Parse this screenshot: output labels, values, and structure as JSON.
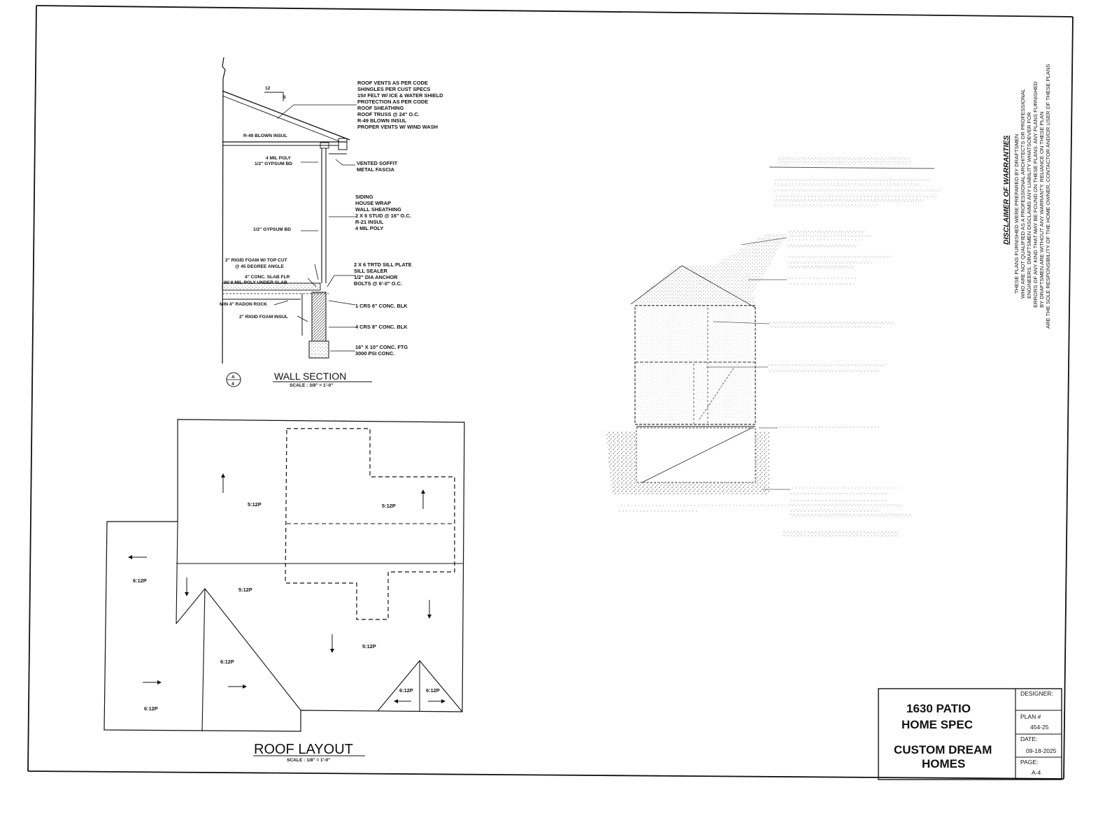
{
  "wall_section": {
    "pitch_run": "12",
    "pitch_rise": "5",
    "roof_notes": [
      "ROOF VENTS AS PER CODE",
      "SHINGLES PER CUST SPECS",
      "15# FELT W/ ICE & WATER SHIELD",
      "PROTECTION AS PER CODE",
      "ROOF SHEATHING",
      "ROOF TRUSS @ 24\" O.C.",
      "R-49 BLOWN INSUL",
      "PROPER VENTS W/ WIND WASH"
    ],
    "ceiling_insul": "R-49 BLOWN INSUL",
    "poly": "4 MIL POLY",
    "gypsum_top": "1/2\" GYPSUM BD",
    "soffit": [
      "VENTED SOFFIT",
      "METAL FASCIA"
    ],
    "wall_notes": [
      "SIDING",
      "HOUSE WRAP",
      "WALL SHEATHING",
      "2 X 6 STUD @ 16\" O.C.",
      "R-21 INSUL",
      "4 MIL POLY"
    ],
    "gypsum_mid": "1/2\" GYPSUM BD",
    "rigid_foam_top": [
      "2\" RIGID FOAM W/ TOP CUT",
      "@ 45 DEGREE ANGLE"
    ],
    "slab": [
      "4\" CONC. SLAB FLR",
      "W/ 6 MIL POLY UNDER SLAB"
    ],
    "sill_notes": [
      "2 X 6 TRTD SILL PLATE",
      "SILL SEALER",
      "1/2\" DIA ANCHOR",
      "BOLTS @ 6'-0\" O.C."
    ],
    "radon": "MIN 4\" RADON ROCK",
    "crs1": "1 CRS 6\" CONC. BLK",
    "rigid_foam_insul": "2\" RIGID FOAM INSUL",
    "crs4": "4 CRS 8\" CONC. BLK",
    "footing": [
      "16\" X 10\" CONC. FTG",
      "3000 PSI CONC."
    ],
    "callout_top": "A",
    "callout_bottom": "4",
    "title": "WALL SECTION",
    "scale": "SCALE : 3/8\" = 1'-0\""
  },
  "roof_layout": {
    "title": "ROOF LAYOUT",
    "scale": "SCALE : 1/8\" = 1'-0\"",
    "pitches": [
      "5:12P",
      "5:12P",
      "6:12P",
      "5:12P",
      "5:12P",
      "6:12P",
      "6:12P",
      "6:12P",
      "6:12P"
    ]
  },
  "disclaimer": {
    "heading": "DISCLAIMER OF WARRANTIES",
    "lines": [
      "THESE PLANS FURNISHED WERE PREPARED BY DRAFTSMEN",
      "WHO ARE NOT QUALIFIED AS A PROFESSIONAL ARCHITECTS OR PROFESSIONAL",
      "ENGINEERS. DRAFTSMEN DISCLAIMS ANY LIABILITY WHATSOEVER FOR",
      "ERRORS OF ANY KIND THAT MAY BE FOUND ON THESE PLANS. ANY PLANS FURNISHED",
      "BY DRAFTSMEN ARE WITHOUT ANY WARRANTY. RELIANCE ON THESE PLAN",
      "ARE THE SOLE RESPONSIBILITY OF THE HOME OWNER, CONTACTOR AND/OR USER OF THESE PLANS"
    ]
  },
  "title_block": {
    "project_line1": "1630 PATIO",
    "project_line2": "HOME SPEC",
    "company_line1": "CUSTOM DREAM",
    "company_line2": "HOMES",
    "designer_label": "DESIGNER:",
    "plan_label": "PLAN #",
    "plan_value": "454-25",
    "date_label": "DATE:",
    "date_value": "09-18-2025",
    "page_label": "PAGE:",
    "page_value": "A-4"
  }
}
